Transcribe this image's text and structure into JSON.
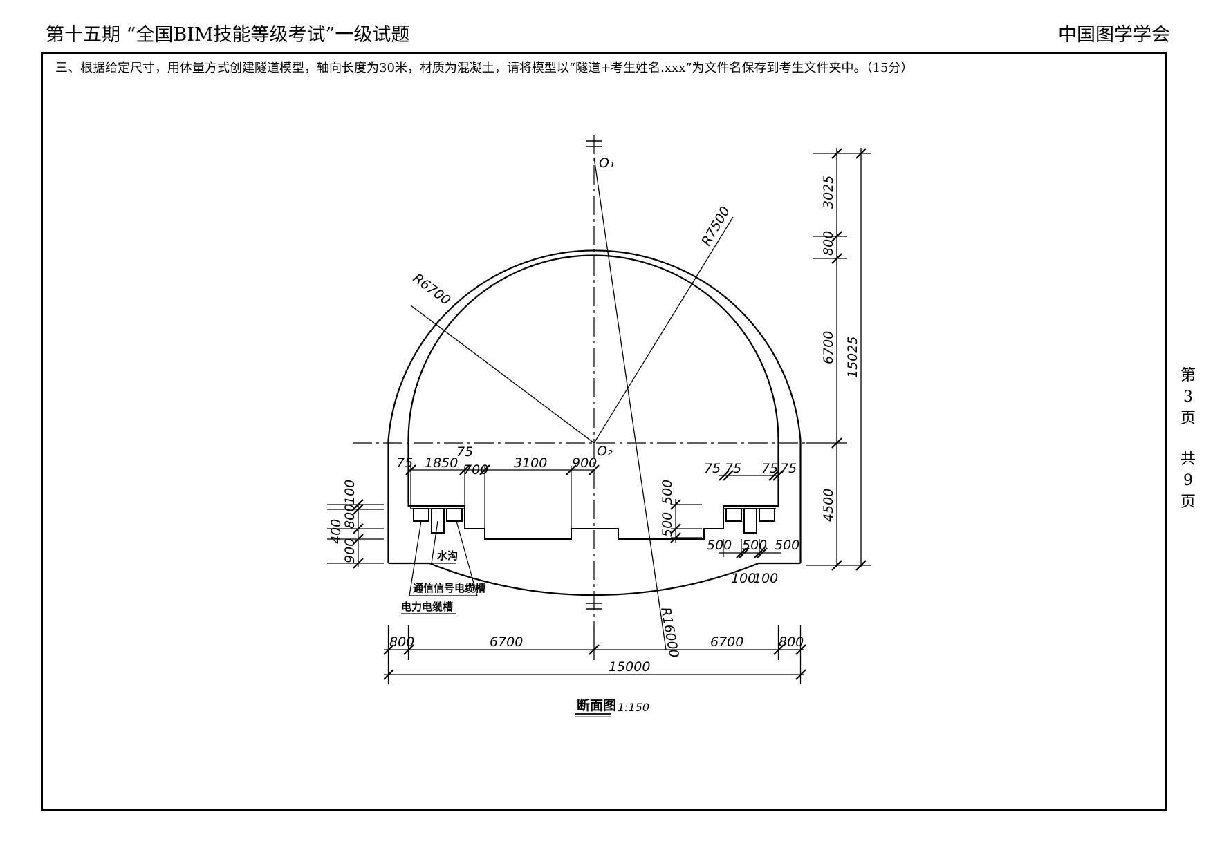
{
  "header": {
    "left": "第十五期 “全国BIM技能等级考试”一级试题",
    "right": "中国图学学会"
  },
  "question": "三、根据给定尺寸，用体量方式创建隧道模型，轴向长度为30米，材质为混凝土，请将模型以“隧道+考生姓名.xxx”为文件名保存到考生文件夹中。（15分）",
  "page_side": {
    "di": "第",
    "num": "3",
    "ye": "页",
    "gong": "共",
    "total": "9",
    "ye2": "页"
  },
  "drawing": {
    "points": {
      "o1": "O₁",
      "o2": "O₂"
    },
    "radii": {
      "r6700": "R6700",
      "r7500": "R7500",
      "r16000": "R16000"
    },
    "right_dims": {
      "d3025": "3025",
      "d800": "800",
      "d6700": "6700",
      "d4500": "4500",
      "d15025": "15025"
    },
    "bottom_dims": {
      "b800l": "800",
      "b6700l": "6700",
      "b6700r": "6700",
      "b800r": "800",
      "b15000": "15000"
    },
    "left_detail_dims": {
      "l75a": "75",
      "l1850": "1850",
      "l75b": "75",
      "l700": "700",
      "l3100": "3100",
      "l900": "900"
    },
    "right_detail_dims": {
      "r75a": "75",
      "r75b": "75",
      "r75c": "75",
      "r75d": "75"
    },
    "mid_dims": {
      "m500a": "500",
      "m500b": "500"
    },
    "right_bottom_dims": {
      "rb500a": "500",
      "rb500b": "500",
      "rb500c": "500",
      "rb100a": "100",
      "rb100b": "100"
    },
    "left_vert_dims": {
      "v100": "100",
      "v800": "800",
      "v400": "400",
      "v900": "900"
    },
    "labels": {
      "ditch": "水沟",
      "comm": "通信信号电缆槽",
      "power": "电力电缆槽"
    },
    "caption": {
      "title": "断面图",
      "scale": "1:150"
    }
  }
}
